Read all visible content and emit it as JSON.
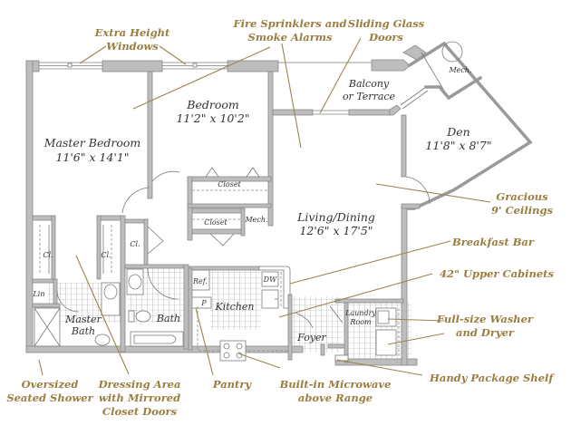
{
  "colors": {
    "wall": "#bdbdbd",
    "callout_text": "#9a7d3f",
    "leader_line": "#9c844c",
    "room_text": "#333333",
    "background": "#ffffff"
  },
  "rooms": {
    "master_bedroom": {
      "name": "Master Bedroom",
      "size": "11'6\" x 14'1\""
    },
    "bedroom": {
      "name": "Bedroom",
      "size": "11'2\" x 10'2\""
    },
    "living_dining": {
      "name": "Living/Dining",
      "size": "12'6\" x 17'5\""
    },
    "den": {
      "name": "Den",
      "size": "11'8\" x 8'7\""
    },
    "balcony": {
      "line1": "Balcony",
      "line2": "or Terrace"
    },
    "mech_top": "Mech.",
    "mech_mid": "Mech.",
    "closet_1": "Closet",
    "closet_2": "Closet",
    "cl_1": "Cl.",
    "cl_2": "Cl.",
    "cl_3": "Cl.",
    "lin": "Lin",
    "master_bath": {
      "line1": "Master",
      "line2": "Bath"
    },
    "bath": "Bath",
    "kitchen": "Kitchen",
    "ref": "Ref.",
    "pantry_p": "P",
    "dw": "DW",
    "foyer": "Foyer",
    "laundry": {
      "line1": "Laundry",
      "line2": "Room"
    }
  },
  "callouts": {
    "extra_height_windows": {
      "line1": "Extra Height",
      "line2": "Windows"
    },
    "fire_sprinklers": {
      "line1": "Fire Sprinklers and",
      "line2": "Smoke Alarms"
    },
    "sliding_glass_doors": {
      "line1": "Sliding Glass",
      "line2": "Doors"
    },
    "gracious_ceilings": {
      "line1": "Gracious",
      "line2": "9' Ceilings"
    },
    "breakfast_bar": "Breakfast Bar",
    "upper_cabinets": "42\" Upper Cabinets",
    "washer_dryer": {
      "line1": "Full-size Washer",
      "line2": "and Dryer"
    },
    "package_shelf": "Handy Package Shelf",
    "microwave": {
      "line1": "Built-in Microwave",
      "line2": "above Range"
    },
    "pantry": "Pantry",
    "dressing_area": {
      "line1": "Dressing Area",
      "line2": "with Mirrored",
      "line3": "Closet Doors"
    },
    "seated_shower": {
      "line1": "Oversized",
      "line2": "Seated Shower"
    }
  }
}
